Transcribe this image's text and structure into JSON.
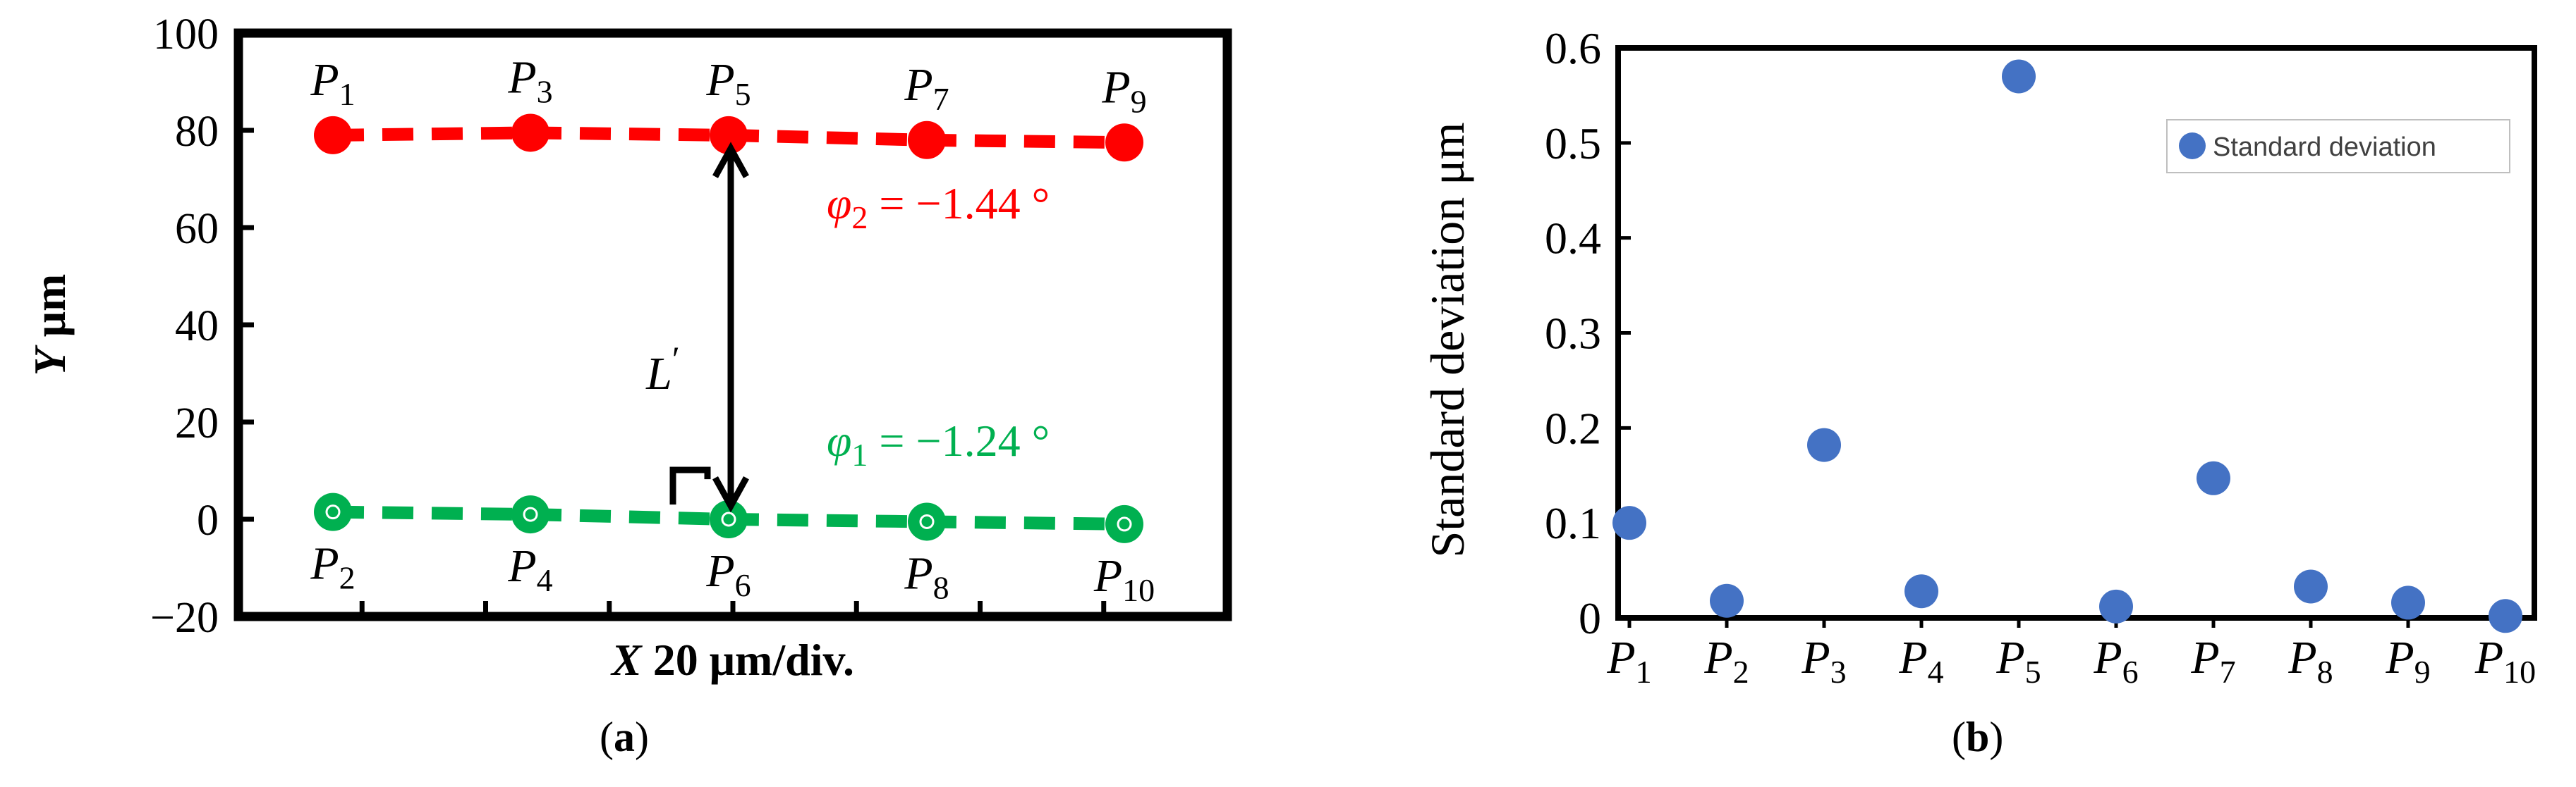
{
  "figure": {
    "panel_a_caption": "(a)",
    "panel_b_caption": "(b)"
  },
  "colors": {
    "red": "#ff0000",
    "green": "#00b050",
    "blue": "#4472c4",
    "black": "#000000"
  },
  "chart_data": [
    {
      "id": "a",
      "type": "scatter",
      "title": "",
      "xlabel": "X 20 μm/div.",
      "ylabel": "Y μm",
      "ylim": [
        -20,
        100
      ],
      "yticks": [
        -20,
        0,
        20,
        40,
        60,
        80,
        100
      ],
      "x_ticks_unlabeled": 8,
      "grid": false,
      "series": [
        {
          "color": "red",
          "line_style": "dashed",
          "points": [
            {
              "label": "P1",
              "x": 1,
              "y": 79
            },
            {
              "label": "P3",
              "x": 2,
              "y": 79.5
            },
            {
              "label": "P5",
              "x": 3,
              "y": 79
            },
            {
              "label": "P7",
              "x": 4,
              "y": 78
            },
            {
              "label": "P9",
              "x": 5,
              "y": 77.5
            }
          ]
        },
        {
          "color": "green",
          "line_style": "dashed",
          "points": [
            {
              "label": "P2",
              "x": 1,
              "y": 1.5
            },
            {
              "label": "P4",
              "x": 2,
              "y": 1
            },
            {
              "label": "P6",
              "x": 3,
              "y": 0
            },
            {
              "label": "P8",
              "x": 4,
              "y": -0.5
            },
            {
              "label": "P10",
              "x": 5,
              "y": -1
            }
          ]
        }
      ],
      "annotations": {
        "phi2": {
          "symbol": "φ",
          "sub": "2",
          "text": " = −1.44 °"
        },
        "phi1": {
          "symbol": "φ",
          "sub": "1",
          "text": " = −1.24 °"
        },
        "distance": {
          "symbol": "L",
          "sup": "′"
        }
      }
    },
    {
      "id": "b",
      "type": "scatter",
      "title": "",
      "xlabel": "",
      "ylabel": "Standard deviation μm",
      "ylim": [
        0,
        0.6
      ],
      "yticks": [
        0,
        0.1,
        0.2,
        0.3,
        0.4,
        0.5,
        0.6
      ],
      "ytick_labels": [
        "0",
        "0.1",
        "0.2",
        "0.3",
        "0.4",
        "0.5",
        "0.6"
      ],
      "categories": [
        "P1",
        "P2",
        "P3",
        "P4",
        "P5",
        "P6",
        "P7",
        "P8",
        "P9",
        "P10"
      ],
      "legend": {
        "entry": "Standard deviation",
        "placement": "top-right"
      },
      "grid": false,
      "series": [
        {
          "name": "Standard deviation",
          "color": "blue",
          "values": [
            0.1,
            0.018,
            0.182,
            0.028,
            0.57,
            0.012,
            0.147,
            0.033,
            0.016,
            0.002
          ]
        }
      ]
    }
  ]
}
